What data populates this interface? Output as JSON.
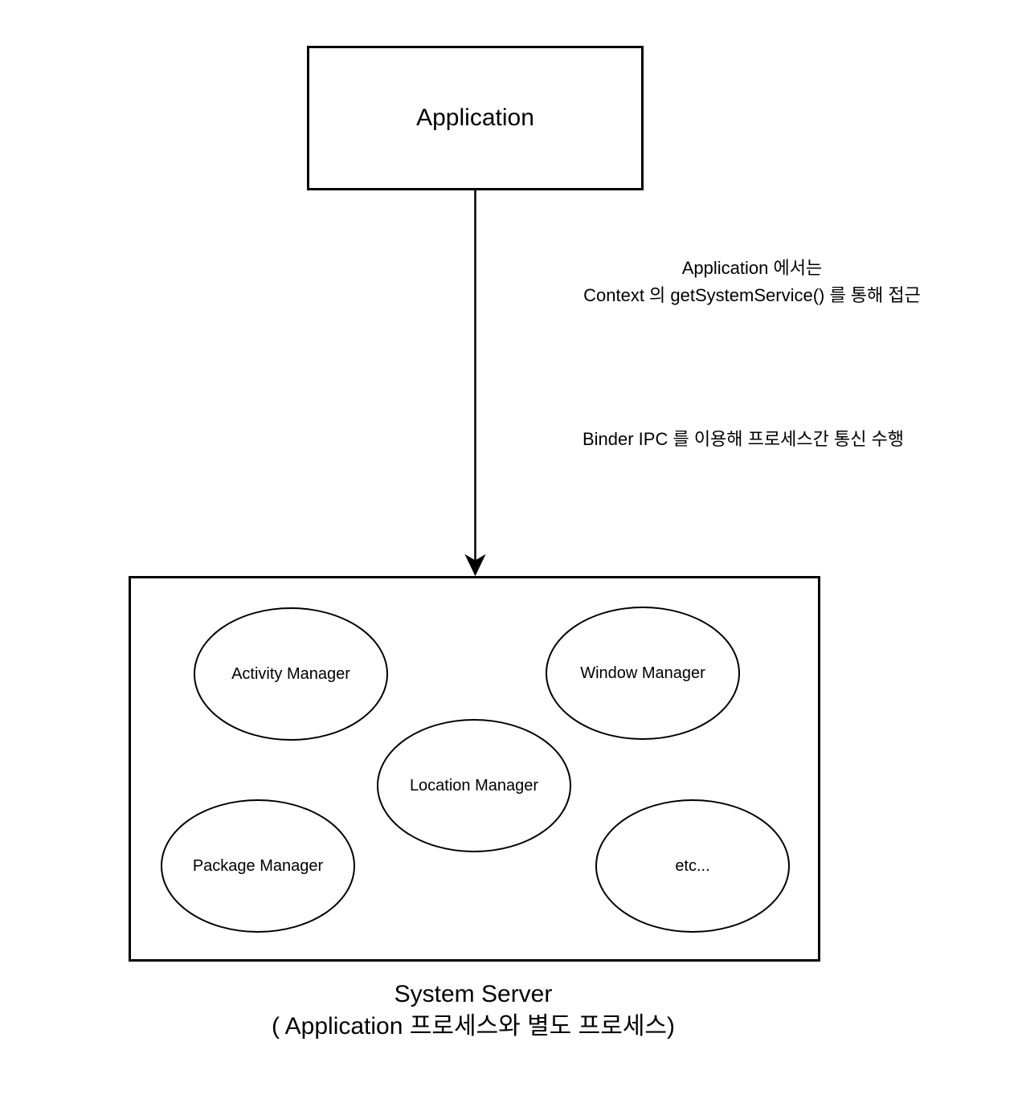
{
  "colors": {
    "background": "#ffffff",
    "stroke": "#000000",
    "text": "#000000"
  },
  "application_box": {
    "label": "Application"
  },
  "arrow": {
    "annotation_access_line1": "Application 에서는",
    "annotation_access_line2": "Context 의 getSystemService() 를 통해 접근",
    "annotation_binder": "Binder IPC 를 이용해 프로세스간 통신 수행"
  },
  "system_server_box": {
    "services": [
      {
        "label": "Activity Manager"
      },
      {
        "label": "Window Manager"
      },
      {
        "label": "Location Manager"
      },
      {
        "label": "Package Manager"
      },
      {
        "label": "etc..."
      }
    ],
    "caption_line1": "System Server",
    "caption_line2": "( Application 프로세스와 별도 프로세스)"
  }
}
